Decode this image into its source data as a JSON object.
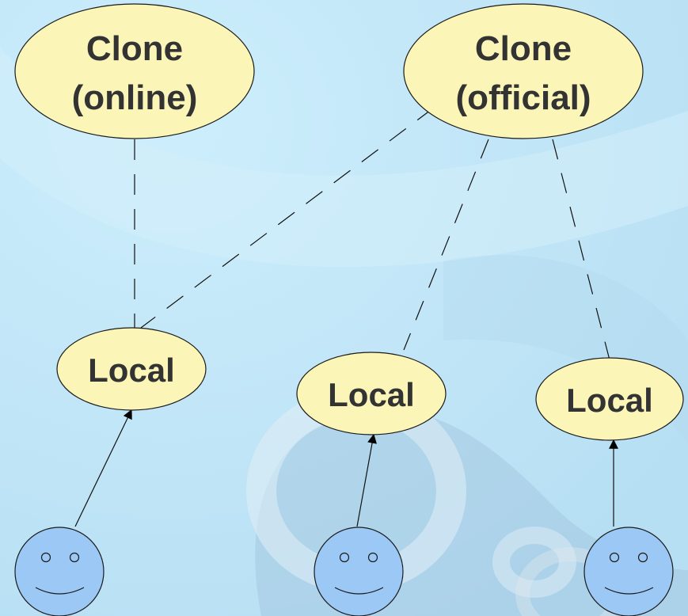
{
  "diagram": {
    "nodes": {
      "clone_online": {
        "line1": "Clone",
        "line2": "(online)"
      },
      "clone_official": {
        "line1": "Clone",
        "line2": "(official)"
      },
      "local_1": {
        "label": "Local"
      },
      "local_2": {
        "label": "Local"
      },
      "local_3": {
        "label": "Local"
      }
    },
    "users": [
      "user-1",
      "user-2",
      "user-3"
    ],
    "edges": [
      {
        "from": "clone_online",
        "to": "local_1",
        "style": "dashed"
      },
      {
        "from": "clone_official",
        "to": "local_1",
        "style": "dashed"
      },
      {
        "from": "clone_official",
        "to": "local_2",
        "style": "dashed"
      },
      {
        "from": "clone_official",
        "to": "local_3",
        "style": "dashed"
      },
      {
        "from": "user-1",
        "to": "local_1",
        "style": "arrow"
      },
      {
        "from": "user-2",
        "to": "local_2",
        "style": "arrow"
      },
      {
        "from": "user-3",
        "to": "local_3",
        "style": "arrow"
      }
    ]
  },
  "colors": {
    "background": "#c4e6f7",
    "node_fill": "#fbf6b8",
    "node_stroke": "#1a1a1a",
    "face_fill": "#9cc8f5",
    "text": "#333333"
  }
}
